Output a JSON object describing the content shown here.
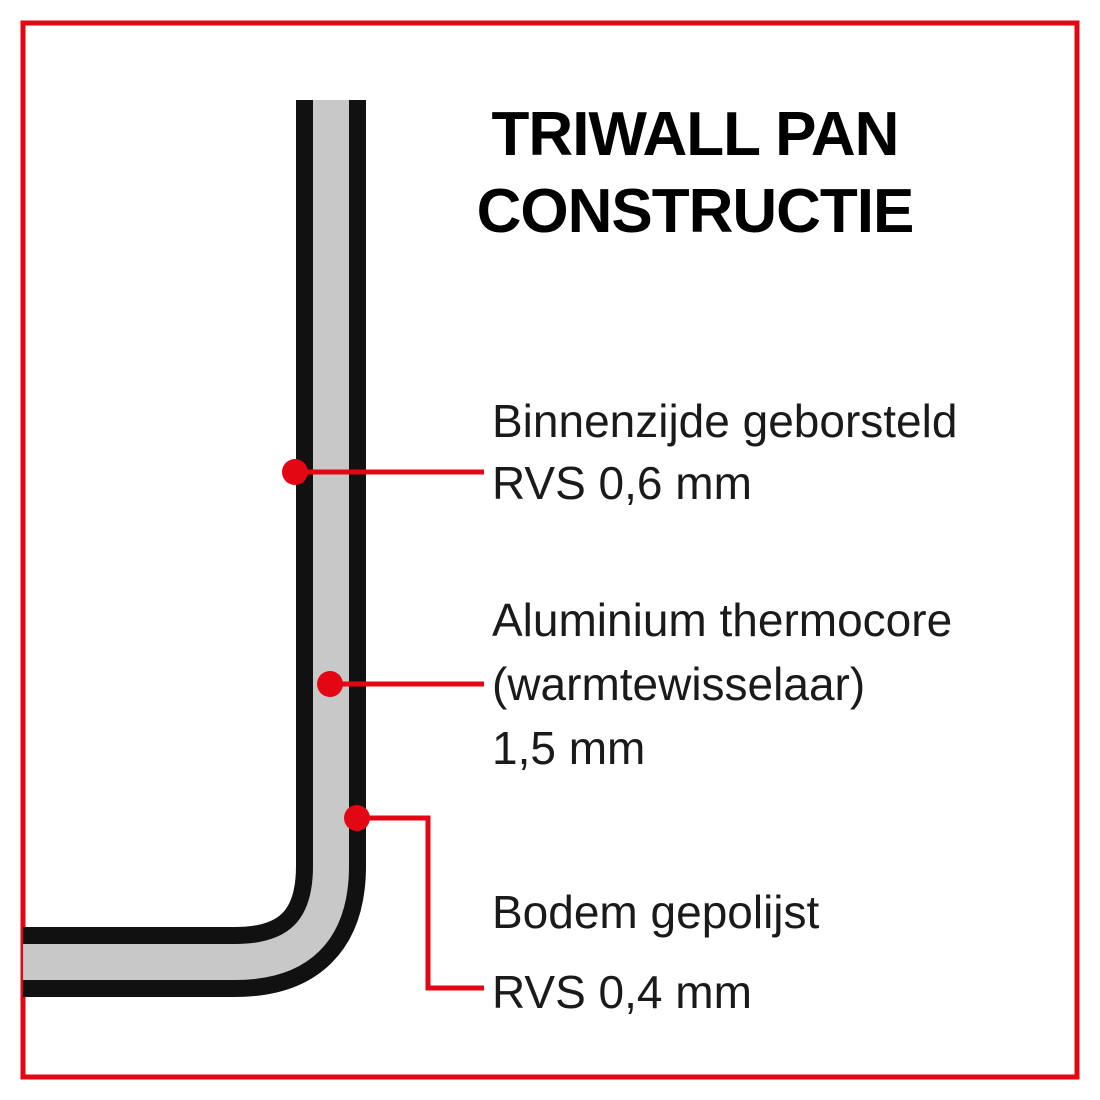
{
  "title": {
    "line1": "TRIWALL PAN",
    "line2": "CONSTRUCTIE"
  },
  "labels": [
    {
      "lines": [
        "Binnenzijde geborsteld",
        "RVS 0,6 mm"
      ]
    },
    {
      "lines": [
        "Aluminium thermocore",
        "(warmtewisselaar)",
        "1,5 mm"
      ]
    },
    {
      "lines": [
        "Bodem gepolijst",
        "RVS 0,4 mm"
      ]
    }
  ],
  "colors": {
    "accent_red": "#e30613",
    "wall_black": "#111111",
    "core_gray": "#c8c8c8"
  }
}
